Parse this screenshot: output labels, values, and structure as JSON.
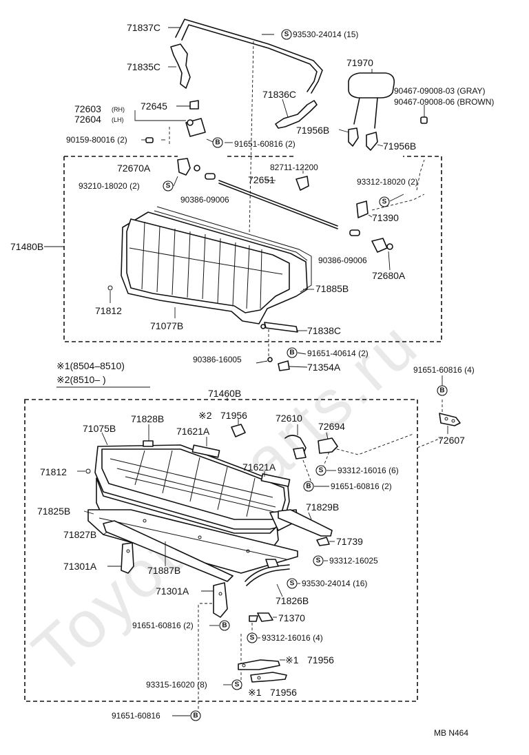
{
  "watermark": "Toyota-Parts.ru",
  "footer_code": "MB  N464",
  "legend": {
    "note1": "※1(8504–8510)",
    "note2": "※2(8510–        )"
  },
  "groups": {
    "upper_group": "71480B",
    "lower_group": "71460B"
  },
  "labels": {
    "l71837C": "71837C",
    "l71835C": "71835C",
    "l93530_24014_15": "93530-24014 (15)",
    "l71836C": "71836C",
    "l71970": "71970",
    "l90467_gray": "90467-09008-03 (GRAY)",
    "l90467_brown": "90467-09008-06 (BROWN)",
    "l72603": "72603",
    "l72603_side": "(RH)",
    "l72645": "72645",
    "l72604": "72604",
    "l72604_side": "(LH)",
    "l90159": "90159-80016 (2)",
    "l91651_60816_2a": "91651-60816 (2)",
    "l71956B_a": "71956B",
    "l71956B_b": "71956B",
    "l72670A": "72670A",
    "l82711": "82711-12200",
    "l93210": "93210-18020 (2)",
    "l72651": "72651",
    "l93312_18020": "93312-18020 (2)",
    "l90386_09006_a": "90386-09006",
    "l71390": "71390",
    "l90386_09006_b": "90386-09006",
    "l72680A": "72680A",
    "l71885B": "71885B",
    "l71812_a": "71812",
    "l71077B": "71077B",
    "l71838C": "71838C",
    "l91651_40614": "91651-40614 (2)",
    "l90386_16005": "90386-16005",
    "l71354A": "71354A",
    "l91651_60816_4": "91651-60816 (4)",
    "l72607": "72607",
    "l71828B": "71828B",
    "l71956_n2": "71956",
    "l72610": "72610",
    "l71075B": "71075B",
    "l71621A_a": "71621A",
    "l72694": "72694",
    "l71812_b": "71812",
    "l71621A_b": "71621A",
    "l93312_16016_6": "93312-16016 (6)",
    "l91651_60816_2b": "91651-60816 (2)",
    "l71825B": "71825B",
    "l71829B": "71829B",
    "l71827B": "71827B",
    "l71739": "71739",
    "l93312_16025": "93312-16025",
    "l71301A_a": "71301A",
    "l71887B": "71887B",
    "l93530_24014_16": "93530-24014 (16)",
    "l71301A_b": "71301A",
    "l71826B": "71826B",
    "l71370": "71370",
    "l91651_60816_2c": "91651-60816 (2)",
    "l93312_16016_4": "93312-16016 (4)",
    "l71956_n1a": "71956",
    "l93315": "93315-16020 (8)",
    "l71956_n1b": "71956",
    "l91651_60816_bottom": "91651-60816"
  },
  "symbols": {
    "s_mark": "S",
    "b_mark": "B",
    "note1_mark": "※1",
    "note2_mark": "※2"
  },
  "colors": {
    "ink": "#111111",
    "watermark": "#e9e9e9",
    "background": "#ffffff"
  }
}
